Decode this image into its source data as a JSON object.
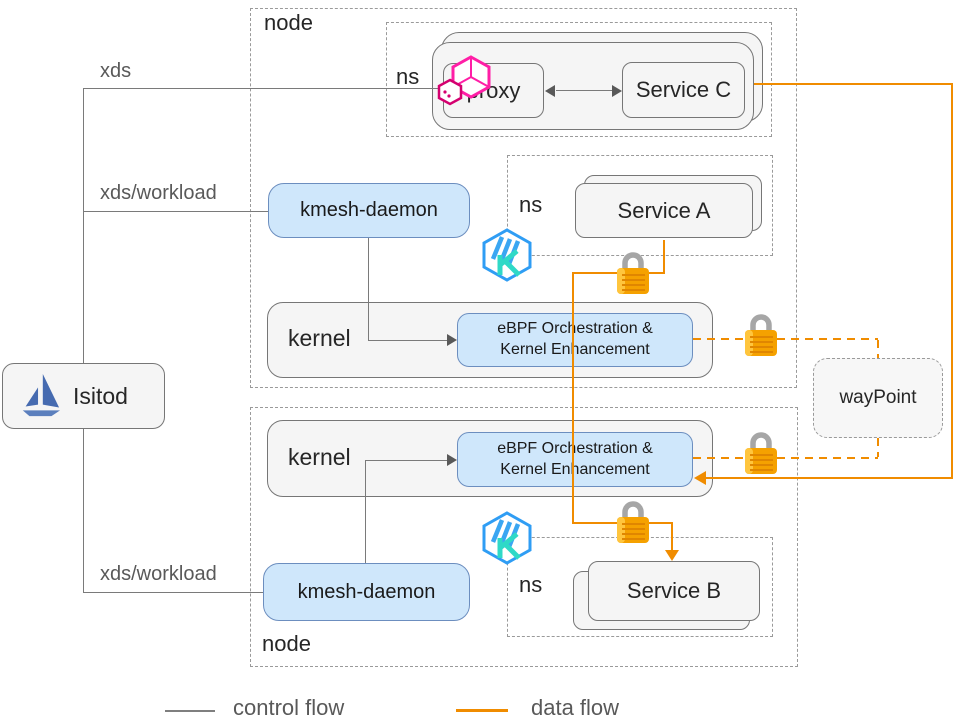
{
  "istiod": {
    "label": "Isitod"
  },
  "waypoint": {
    "label": "wayPoint"
  },
  "edge_labels": {
    "xds": "xds",
    "xds_workload_top": "xds/workload",
    "xds_workload_bottom": "xds/workload"
  },
  "node_top": {
    "label": "node",
    "ns_proxy_label": "ns",
    "proxy": "proxy",
    "service_c": "Service C",
    "kmesh_daemon": "kmesh-daemon",
    "kernel": "kernel",
    "ebpf_line1": "eBPF Orchestration &",
    "ebpf_line2": "Kernel Enhancement",
    "ns_a_label": "ns",
    "service_a": "Service A"
  },
  "node_bottom": {
    "label": "node",
    "kernel": "kernel",
    "ebpf_line1": "eBPF Orchestration &",
    "ebpf_line2": "Kernel Enhancement",
    "ns_b_label": "ns",
    "service_b": "Service B",
    "kmesh_daemon": "kmesh-daemon"
  },
  "legend": {
    "control_flow": "control flow",
    "data_flow": "data flow"
  },
  "colors": {
    "control_flow": "#7f7f7f",
    "data_flow": "#f08c00",
    "plain_box_fill": "#f5f5f5",
    "accent_box_fill": "#cfe7fb",
    "lock_body": "#f5a100",
    "kmesh_icon_blue": "#2f9df4",
    "proxy_icon_pink": "#e5097f",
    "istio_logo_blue": "#466bb0"
  }
}
